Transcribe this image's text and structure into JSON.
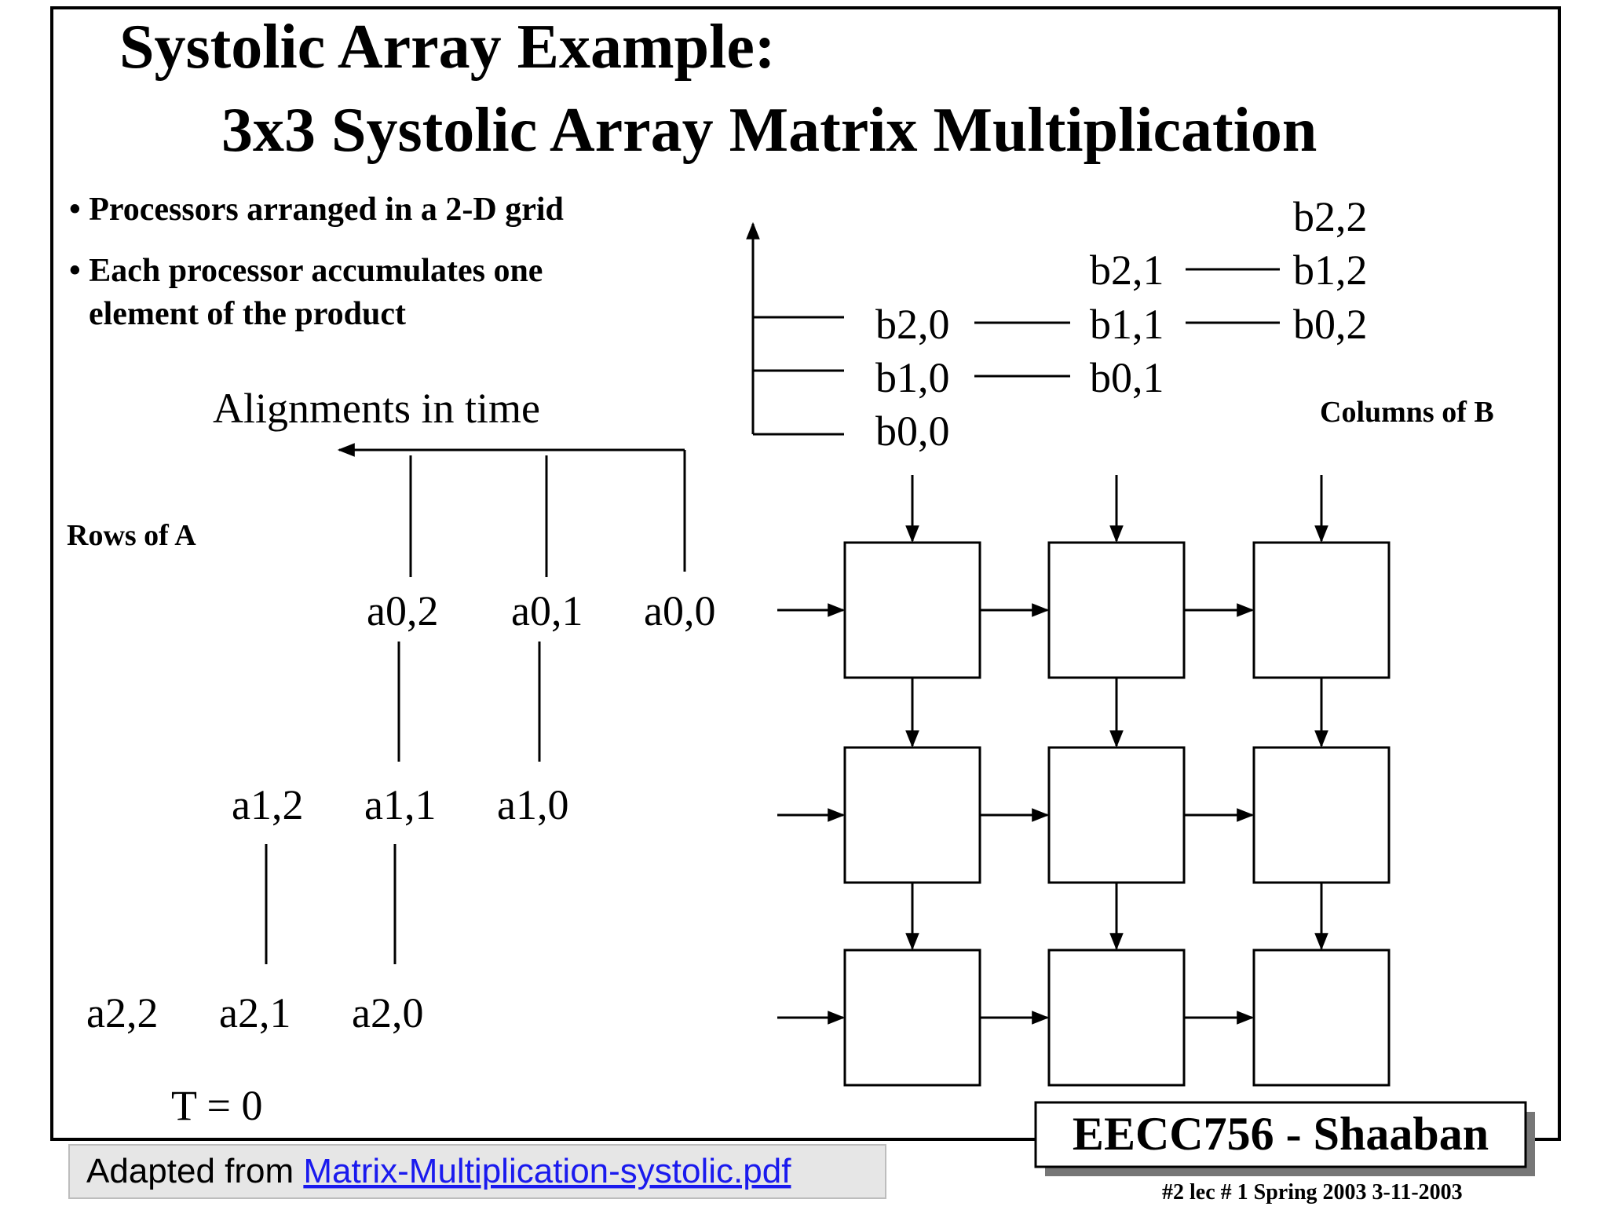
{
  "slide": {
    "title_line1": "Systolic Array  Example:",
    "title_line2": "3x3 Systolic Array Matrix Multiplication",
    "bullets": [
      "• Processors arranged in a 2-D grid",
      "• Each processor accumulates one"
    ],
    "bullet2_cont": "element of the product",
    "alignments_label": "Alignments in time",
    "rows_label": "Rows of A",
    "columns_label": "Columns of B",
    "time_label": "T = 0",
    "a_elements": {
      "row0": [
        "a0,2",
        "a0,1",
        "a0,0"
      ],
      "row1": [
        "a1,2",
        "a1,1",
        "a1,0"
      ],
      "row2": [
        "a2,2",
        "a2,1",
        "a2,0"
      ]
    },
    "b_elements": {
      "col0": [
        "b2,0",
        "b1,0",
        "b0,0"
      ],
      "col1": [
        "b2,1",
        "b1,1",
        "b0,1"
      ],
      "col2": [
        "b2,2",
        "b1,2",
        "b0,2"
      ]
    },
    "footer_brand": "EECC756 - Shaaban",
    "footer_info": "#2   lec # 1    Spring 2003   3-11-2003"
  },
  "attribution": {
    "prefix": "Adapted from ",
    "link_text": "Matrix-Multiplication-systolic.pdf"
  }
}
